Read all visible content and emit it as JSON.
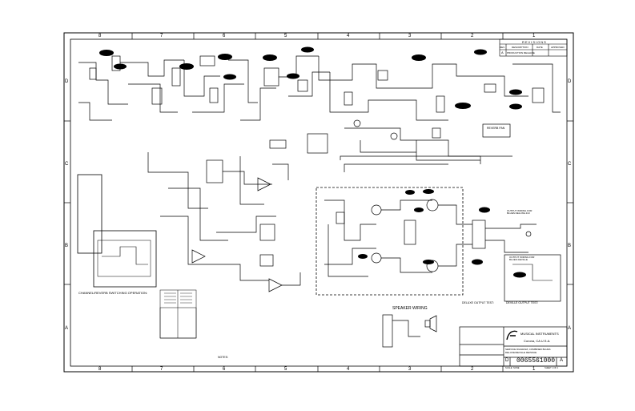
{
  "drawing": {
    "zones_columns": [
      "8",
      "7",
      "6",
      "5",
      "4",
      "3",
      "2",
      "1"
    ],
    "zones_rows": [
      "D",
      "C",
      "B",
      "A"
    ]
  },
  "revisions": {
    "title": "REVISIONS",
    "headers": [
      "REV.",
      "DESCRIPTION",
      "DATE",
      "APPROVED"
    ],
    "row": [
      "A",
      "PRODUCTION RELEASE",
      "",
      ""
    ]
  },
  "sections": {
    "channel_reverb": "CHANNEL/REVERB SWITCHING OPERATION:",
    "speaker_wiring": "SPEAKER WIRING",
    "deluxe_output": "DELUXE OUTPUT TEST:",
    "deville_output": "DEVILLE OUTPUT TEST:",
    "output_wiring_deluxe": "OUTPUT WIRING FOR BLUES DELUXE 410",
    "output_wiring_deville": "OUTPUT WIRING FOR BLUES DEVILLE",
    "reverb_pan": "REVERB PAN",
    "notes": "NOTES:"
  },
  "title_block": {
    "company": "MUSICAL INSTRUMENTS",
    "location": "Corona, CA U.S.A.",
    "description": "SERVICE DIAGRAM, COMBINED BLUES DELUXE/DEVILLE REISSUE",
    "drawing_number": "0065561000",
    "rev": "A",
    "size": "D",
    "scale": "SCALE: NONE",
    "sheet": "SHEET 1 OF 1"
  }
}
